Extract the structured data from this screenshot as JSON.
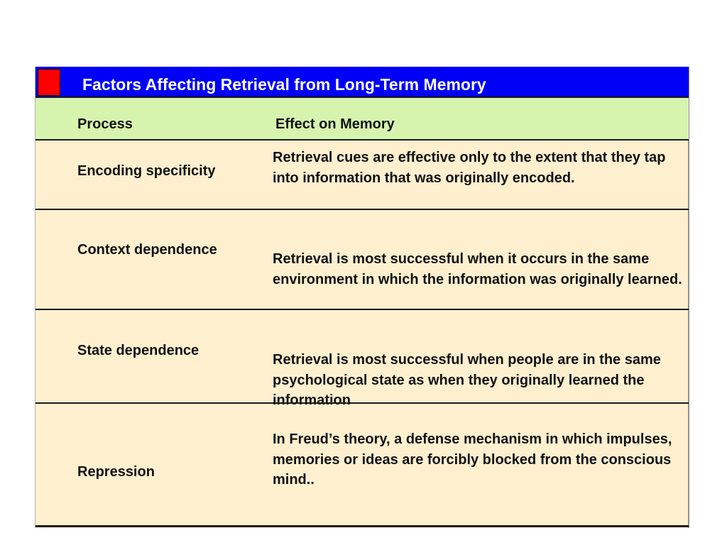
{
  "title": "Factors Affecting Retrieval from Long-Term Memory",
  "header": {
    "process": "Process",
    "effect": "Effect on Memory"
  },
  "rows": [
    {
      "process": "Encoding specificity",
      "effect": "Retrieval cues are effective only to the extent that they tap into information that was originally encoded."
    },
    {
      "process": "Context dependence",
      "effect": "Retrieval is most successful when it occurs in the same environment in which the information was originally learned."
    },
    {
      "process": "State dependence",
      "effect": "Retrieval is most successful when people are in the same psychological state as when they originally learned the information"
    },
    {
      "process": "Repression",
      "effect": "In Freud’s theory, a defense mechanism in which impulses, memories or ideas are forcibly blocked from the conscious mind.."
    }
  ],
  "colors": {
    "title_bar": "#0000f6",
    "title_square": "#ff0000",
    "header_row": "#d7f4ae",
    "body": "#fef0cf"
  }
}
